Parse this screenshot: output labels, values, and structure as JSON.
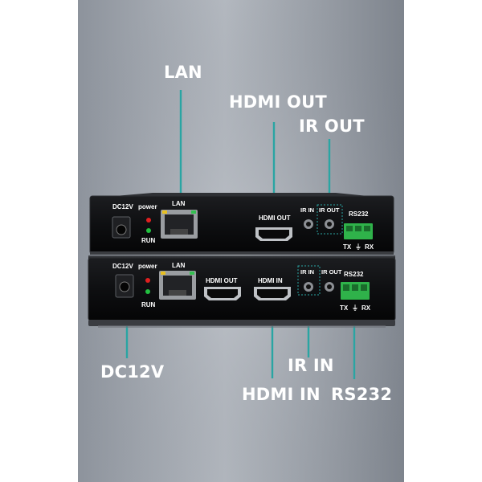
{
  "callouts": {
    "lan": "LAN",
    "hdmi_out": "HDMI OUT",
    "ir_out": "IR OUT",
    "dc12v": "DC12V",
    "ir_in": "IR IN",
    "hdmi_in": "HDMI IN",
    "rs232": "RS232"
  },
  "top_unit": {
    "dc_label": "DC12V",
    "power_label": "power",
    "run_label": "RUN",
    "lan_label": "LAN",
    "hdmi_out_label": "HDMI OUT",
    "ir_in_label": "IR IN",
    "ir_out_label": "IR OUT",
    "rs232_label": "RS232",
    "tx_label": "TX",
    "rx_label": "RX"
  },
  "bottom_unit": {
    "dc_label": "DC12V",
    "power_label": "power",
    "run_label": "RUN",
    "lan_label": "LAN",
    "hdmi_out_label": "HDMI OUT",
    "hdmi_in_label": "HDMI IN",
    "ir_in_label": "IR IN",
    "ir_out_label": "IR OUT",
    "rs232_label": "RS232",
    "tx_label": "TX",
    "rx_label": "RX"
  },
  "colors": {
    "background_outer": "#ffffff",
    "background_panel": "#9ea4ad",
    "chassis": "#0f1012",
    "leader_line": "#2aa5a3",
    "terminal_green": "#2fb24a",
    "led_red": "#e02020",
    "led_green": "#22c040"
  }
}
